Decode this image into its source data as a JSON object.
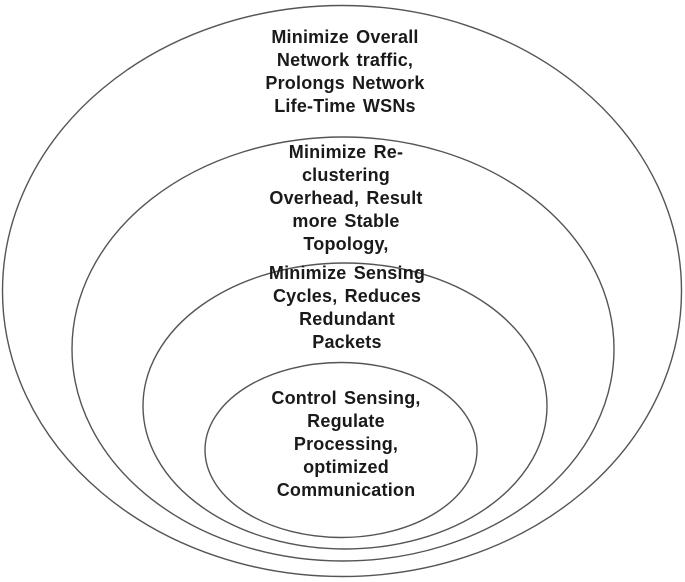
{
  "figure": {
    "type": "nested-ellipses-diagram",
    "background_color": "#ffffff",
    "ellipse_stroke_color": "#555555",
    "text_color": "#1a1a1a",
    "rings": [
      {
        "name": "outer-ring",
        "label": "Minimize Overall\nNetwork traffic,\nProlongs Network\nLife-Time WSNs"
      },
      {
        "name": "second-ring",
        "label": "Minimize Re-\nclustering\nOverhead, Result\nmore Stable\nTopology,"
      },
      {
        "name": "third-ring",
        "label": "Minimize Sensing\nCycles, Reduces\nRedundant\nPackets"
      },
      {
        "name": "inner-ring",
        "label": "Control Sensing,\nRegulate\nProcessing,\noptimized\nCommunication"
      }
    ]
  }
}
